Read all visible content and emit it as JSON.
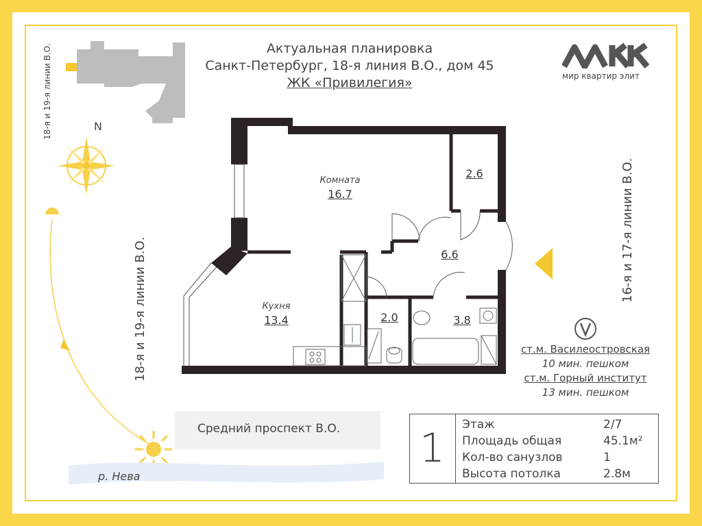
{
  "header": {
    "line1": "Актуальная планировка",
    "line2": "Санкт-Петербург, 18-я линия В.О., дом 45",
    "line3": "ЖК «Привилегия»"
  },
  "brand": {
    "logo_text": "мир квартир элит",
    "logo_icon": "mke-logo-icon"
  },
  "compass": {
    "north_label": "N"
  },
  "streets": {
    "top_left_vertical": "18-я и 19-я линии В.О.",
    "left_vertical": "18-я и 19-я линии В.О.",
    "right_vertical": "16-я и 17-я линии В.О.",
    "bottom": "Средний проспект В.О.",
    "river": "р. Нева"
  },
  "rooms": [
    {
      "name": "Комната",
      "area": "16.7"
    },
    {
      "name": "",
      "area": "2.6"
    },
    {
      "name": "",
      "area": "6.6"
    },
    {
      "name": "Кухня",
      "area": "13.4"
    },
    {
      "name": "",
      "area": "2.0"
    },
    {
      "name": "",
      "area": "3.8"
    }
  ],
  "metro": {
    "icon": "metro-icon",
    "station1": "ст.м. Василеостровская",
    "time1": "10 мин. пешком",
    "station2": "ст.м. Горный институт",
    "time2": "13 мин. пешком"
  },
  "info": {
    "rooms_count": "1",
    "rows": [
      {
        "label": "Этаж",
        "value": "2/7"
      },
      {
        "label": "Площадь общая",
        "value": "45.1м²"
      },
      {
        "label": "Кол-во санузлов",
        "value": "1"
      },
      {
        "label": "Высота потолка",
        "value": "2.8м"
      }
    ]
  },
  "colors": {
    "accent": "#FAD74A",
    "wall": "#2b2325",
    "text": "#444444"
  }
}
